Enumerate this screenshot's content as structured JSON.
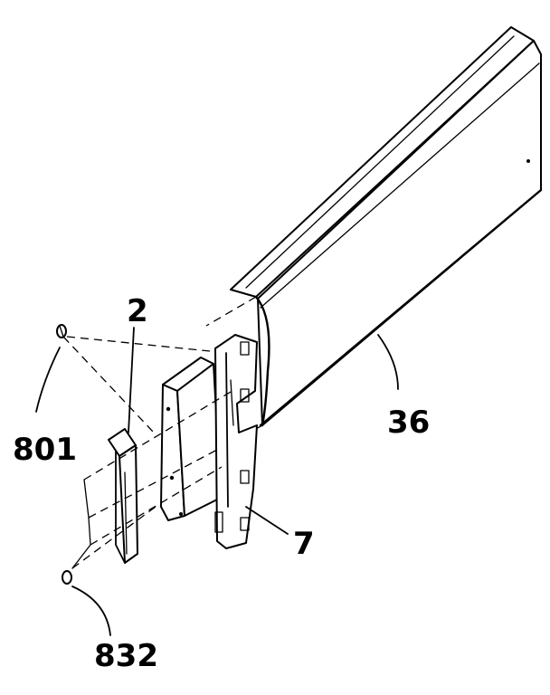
{
  "diagram": {
    "callouts": {
      "rail": "36",
      "bracket": "2",
      "clip": "7",
      "screw": "801",
      "nut": "832"
    }
  }
}
